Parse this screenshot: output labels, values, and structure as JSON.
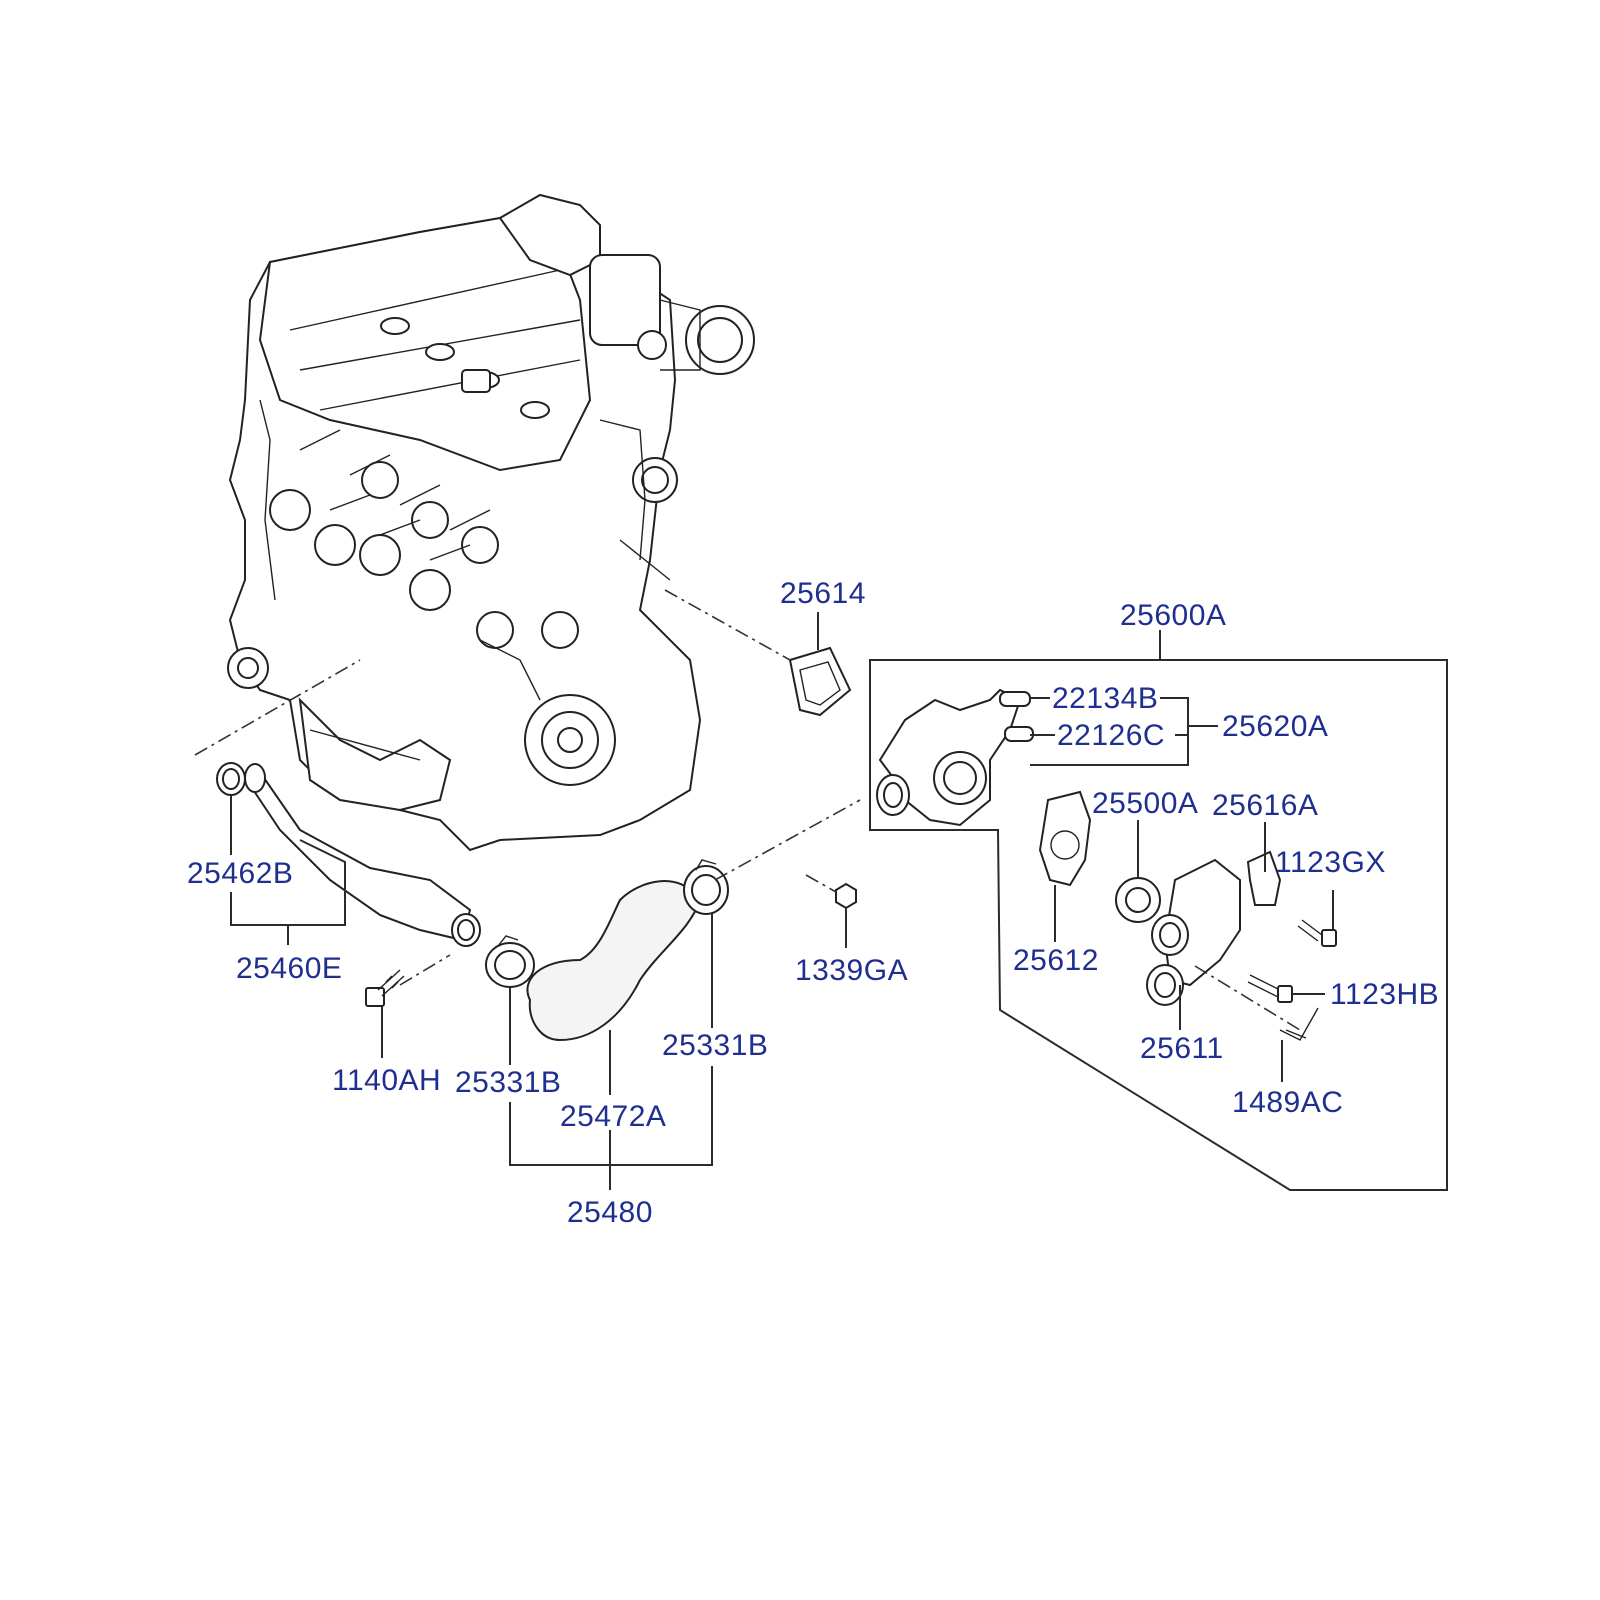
{
  "diagram": {
    "labels": {
      "p25614": "25614",
      "p25600A": "25600A",
      "p22134B": "22134B",
      "p22126C": "22126C",
      "p25620A": "25620A",
      "p25500A": "25500A",
      "p25616A": "25616A",
      "p1123GX": "1123GX",
      "p25612": "25612",
      "p1339GA": "1339GA",
      "p1123HB": "1123HB",
      "p25611": "25611",
      "p1489AC": "1489AC",
      "p25462B": "25462B",
      "p25460E": "25460E",
      "p1140AH": "1140AH",
      "p25331B_left": "25331B",
      "p25331B_right": "25331B",
      "p25472A": "25472A",
      "p25480": "25480"
    }
  }
}
